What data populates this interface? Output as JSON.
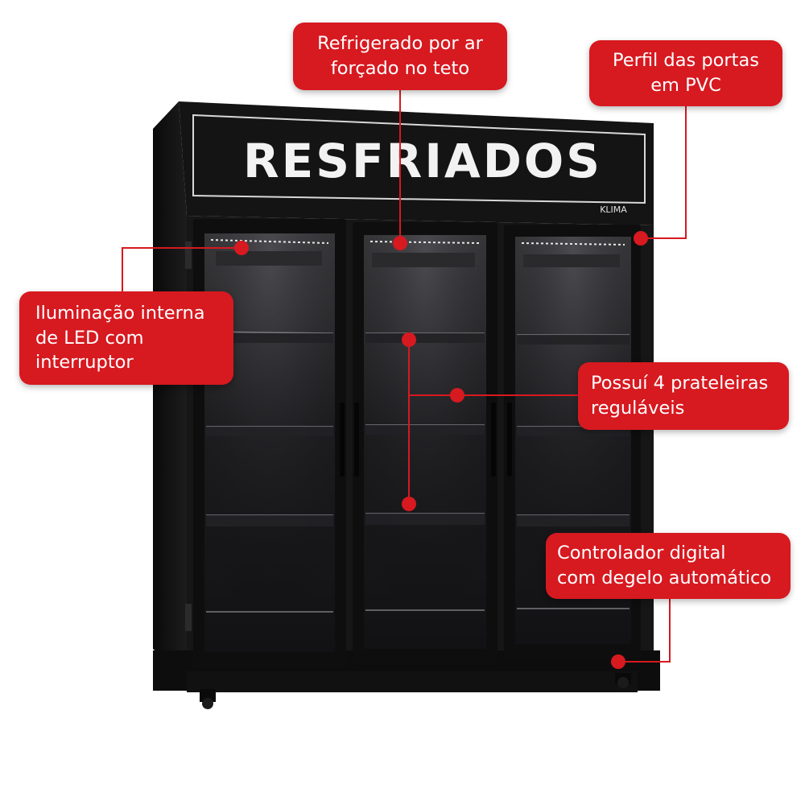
{
  "product": {
    "sign_text": "RESFRIADOS",
    "brand": "KLIMA",
    "door_count": 3,
    "shelves_per_door": 4
  },
  "callouts": {
    "roof_cooling": {
      "line1": "Refrigerado por ar",
      "line2": "forçado no teto"
    },
    "pvc_doors": {
      "line1": "Perfil das portas",
      "line2": "em PVC"
    },
    "led_lighting": {
      "line1": "Iluminação interna",
      "line2": "de LED com",
      "line3": "interruptor"
    },
    "shelves": {
      "line1": "Possuí 4 prateleiras",
      "line2": "reguláveis"
    },
    "controller": {
      "line1": "Controlador digital",
      "line2": "com degelo automático"
    }
  },
  "colors": {
    "accent": "#d71920",
    "cabinet": "#141414",
    "callout_text": "#ffffff",
    "sign_text": "#f2f2f2"
  }
}
